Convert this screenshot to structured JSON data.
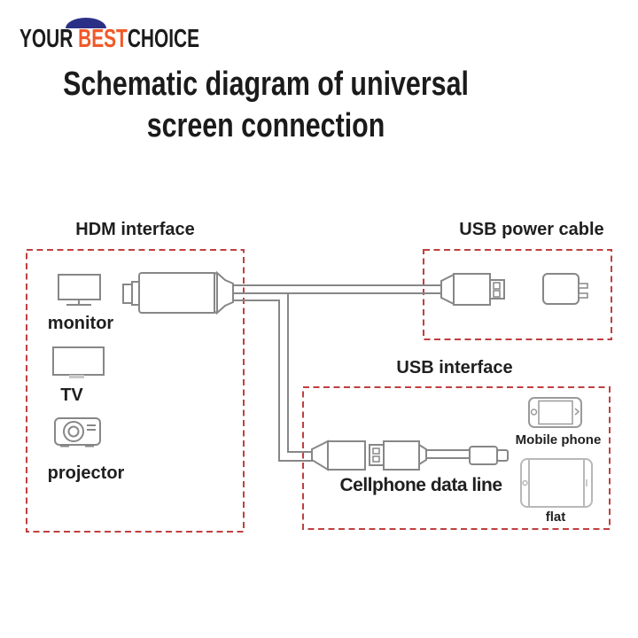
{
  "brand": {
    "name_part1": "YOUR ",
    "name_part2": "BEST",
    "name_part3": "CHOICE",
    "arc_color": "#2b3087",
    "highlight_color": "#f05a28",
    "text_color": "#1b1b1b"
  },
  "title": {
    "line1": "Schematic diagram of universal",
    "line2": "screen connection"
  },
  "sections": {
    "hdm": {
      "label": "HDM interface",
      "devices": [
        {
          "label": "monitor",
          "icon": "monitor-icon"
        },
        {
          "label": "TV",
          "icon": "tv-icon"
        },
        {
          "label": "projector",
          "icon": "projector-icon"
        }
      ]
    },
    "usb_power": {
      "label": "USB power cable",
      "icons": [
        "usb-a-plug-icon",
        "wall-charger-icon"
      ]
    },
    "usb_interface": {
      "label": "USB interface",
      "cable_label": "Cellphone data line",
      "devices": [
        {
          "label": "Mobile phone",
          "icon": "mobile-phone-icon"
        },
        {
          "label": "flat",
          "icon": "tablet-icon"
        }
      ]
    }
  },
  "diagram": {
    "connector_icons": [
      "hdmi-adapter-icon",
      "y-split-cable-lines",
      "usb-a-plug-icon",
      "female-usb-connector-icon",
      "cellphone-data-line-icon"
    ],
    "box_border_color": "#bf4040",
    "line_color": "#878787"
  }
}
